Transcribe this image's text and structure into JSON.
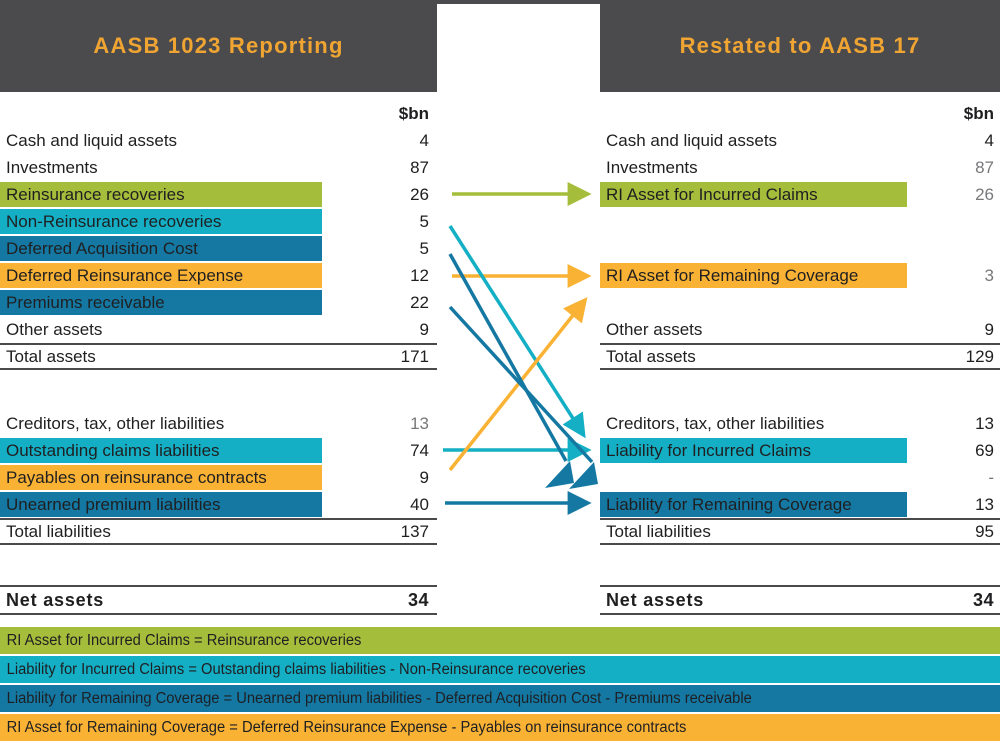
{
  "header": {
    "left_title": "AASB 1023 Reporting",
    "right_title": "Restated to AASB 17"
  },
  "colors": {
    "header_bg": "#4b4b4d",
    "header_text": "#f0a532",
    "green": "#a4bd3a",
    "cyan": "#14afc4",
    "blue": "#1478a2",
    "gold": "#f9b234",
    "text": "#1f1f21",
    "muted_value": "#77787a"
  },
  "left_table": {
    "rows": [
      {
        "kind": "unit",
        "label": "",
        "value": "$bn"
      },
      {
        "kind": "item",
        "label": "Cash and liquid assets",
        "value": "4"
      },
      {
        "kind": "item",
        "label": "Investments",
        "value": "87"
      },
      {
        "kind": "item",
        "label": "Reinsurance recoveries",
        "value": "26",
        "hl": "green"
      },
      {
        "kind": "item",
        "label": "Non-Reinsurance recoveries",
        "value": "5",
        "hl": "cyan"
      },
      {
        "kind": "item",
        "label": "Deferred Acquisition Cost",
        "value": "5",
        "hl": "blue"
      },
      {
        "kind": "item",
        "label": "Deferred Reinsurance Expense",
        "value": "12",
        "hl": "gold"
      },
      {
        "kind": "item",
        "label": "Premiums receivable",
        "value": "22",
        "hl": "blue"
      },
      {
        "kind": "item",
        "label": "Other assets",
        "value": "9"
      },
      {
        "kind": "total",
        "label": "Total assets",
        "value": "171"
      },
      {
        "kind": "gap"
      },
      {
        "kind": "item",
        "label": "Creditors, tax, other liabilities",
        "value": "13",
        "value_gray": true
      },
      {
        "kind": "item",
        "label": "Outstanding claims liabilities",
        "value": "74",
        "hl": "cyan"
      },
      {
        "kind": "item",
        "label": "Payables on reinsurance contracts",
        "value": "9",
        "hl": "gold"
      },
      {
        "kind": "item",
        "label": "Unearned premium liabilities",
        "value": "40",
        "hl": "blue"
      },
      {
        "kind": "total",
        "label": "Total liabilities",
        "value": "137"
      },
      {
        "kind": "gap"
      },
      {
        "kind": "net",
        "label": "Net assets",
        "value": "34"
      }
    ]
  },
  "right_table": {
    "rows": [
      {
        "kind": "unit",
        "label": "",
        "value": "$bn"
      },
      {
        "kind": "item",
        "label": "Cash and liquid assets",
        "value": "4"
      },
      {
        "kind": "item",
        "label": "Investments",
        "value": "87",
        "value_gray": true
      },
      {
        "kind": "item",
        "label": "RI Asset for Incurred Claims",
        "value": "26",
        "hl": "green",
        "value_gray": true
      },
      {
        "kind": "item",
        "label": "",
        "value": ""
      },
      {
        "kind": "item",
        "label": "",
        "value": ""
      },
      {
        "kind": "item",
        "label": "RI Asset for Remaining Coverage",
        "value": "3",
        "hl": "gold",
        "value_gray": true
      },
      {
        "kind": "item",
        "label": "",
        "value": ""
      },
      {
        "kind": "item",
        "label": "Other assets",
        "value": "9"
      },
      {
        "kind": "total",
        "label": "Total assets",
        "value": "129"
      },
      {
        "kind": "gap"
      },
      {
        "kind": "item",
        "label": "Creditors, tax, other liabilities",
        "value": "13"
      },
      {
        "kind": "item",
        "label": "Liability for Incurred Claims",
        "value": "69",
        "hl": "cyan"
      },
      {
        "kind": "item",
        "label": "",
        "value": "-",
        "value_gray": true
      },
      {
        "kind": "item",
        "label": "Liability for Remaining Coverage",
        "value": "13",
        "hl": "blue"
      },
      {
        "kind": "total",
        "label": "Total liabilities",
        "value": "95"
      },
      {
        "kind": "gap"
      },
      {
        "kind": "net",
        "label": "Net assets",
        "value": "34"
      }
    ]
  },
  "mappings": [
    {
      "from": "Reinsurance recoveries",
      "to": "RI Asset for Incurred Claims",
      "color": "green"
    },
    {
      "from": "Non-Reinsurance recoveries",
      "to": "Liability for Incurred Claims",
      "color": "cyan"
    },
    {
      "from": "Deferred Acquisition Cost",
      "to": "Liability for Remaining Coverage",
      "color": "blue"
    },
    {
      "from": "Deferred Reinsurance Expense",
      "to": "RI Asset for Remaining Coverage",
      "color": "gold"
    },
    {
      "from": "Premiums receivable",
      "to": "Liability for Remaining Coverage",
      "color": "blue"
    },
    {
      "from": "Outstanding claims liabilities",
      "to": "Liability for Incurred Claims",
      "color": "cyan"
    },
    {
      "from": "Payables on reinsurance contracts",
      "to": "RI Asset for Remaining Coverage",
      "color": "gold"
    },
    {
      "from": "Unearned premium liabilities",
      "to": "Liability for Remaining Coverage",
      "color": "blue"
    }
  ],
  "legend": [
    {
      "color": "green",
      "text": "RI Asset for Incurred Claims = Reinsurance recoveries"
    },
    {
      "color": "cyan",
      "text": "Liability for Incurred Claims = Outstanding claims liabilities - Non-Reinsurance recoveries"
    },
    {
      "color": "blue",
      "text": "Liability for Remaining Coverage = Unearned premium liabilities - Deferred Acquisition Cost - Premiums receivable"
    },
    {
      "color": "gold",
      "text": "RI Asset for Remaining Coverage = Deferred Reinsurance Expense - Payables on reinsurance contracts"
    }
  ]
}
